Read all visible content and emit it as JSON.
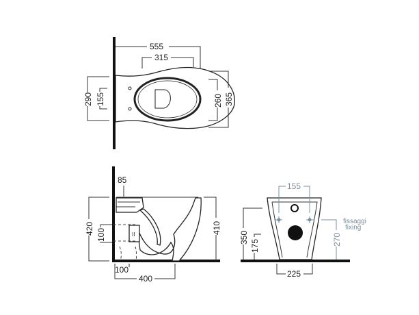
{
  "plan_view": {
    "dims": {
      "overall_length": "555",
      "bowl_length": "315",
      "rear_width": "290",
      "fixing_spacing": "155",
      "bowl_width": "260",
      "overall_width": "365"
    }
  },
  "side_view": {
    "dims": {
      "top_offset": "85",
      "overall_height": "420",
      "waste_height": "100",
      "rim_height": "410",
      "waste_offset": "100",
      "depth_to_foot": "400"
    }
  },
  "rear_view": {
    "dims": {
      "fixing_spacing": "155",
      "inlet_height": "350",
      "outlet_height": "175",
      "fixing_height": "270",
      "foot_width": "225"
    },
    "note_line1": "fissaggi",
    "note_line2": "fixing",
    "accent_color": "#7b8f9e"
  }
}
